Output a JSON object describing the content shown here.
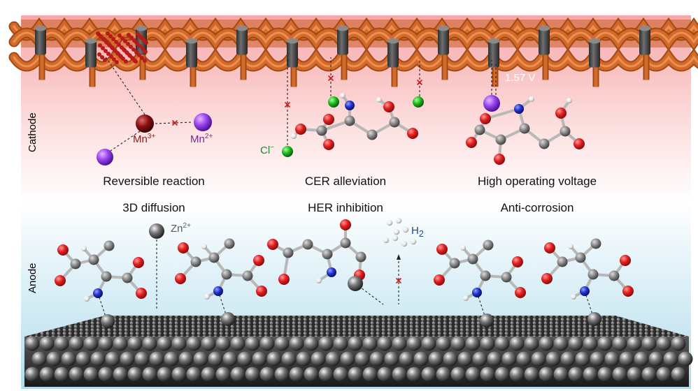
{
  "zones": {
    "cathode_label": "Cathode",
    "anode_label": "Anode",
    "cathode_color": "#e87878",
    "anode_color": "#5cb6dc"
  },
  "features_top": [
    {
      "label": "Reversible reaction"
    },
    {
      "label": "CER alleviation"
    },
    {
      "label": "High operating voltage"
    }
  ],
  "features_bottom": [
    {
      "label": "3D diffusion"
    },
    {
      "label": "HER inhibition"
    },
    {
      "label": "Anti-corrosion"
    }
  ],
  "ions": {
    "mn3": {
      "base": "Mn",
      "charge": "3+"
    },
    "mn2": {
      "base": "Mn",
      "charge": "2+"
    },
    "cl": {
      "base": "Cl",
      "charge": "−"
    },
    "zn": {
      "base": "Zn",
      "charge": "2+"
    },
    "h2": {
      "base": "H",
      "sub": "2"
    }
  },
  "voltage_label": "1.57 V",
  "colors": {
    "oxygen": "#e02020",
    "nitrogen": "#2233cc",
    "carbon": "#8a8a8a",
    "hydrogen": "#f0f0f0",
    "chlorine": "#22bb22",
    "manganese3": "#8b1010",
    "manganese2": "#9a44ee",
    "zinc": "#6c6c6c",
    "cathode_frame": "#d46a2a",
    "cathode_pillar": "#4a4a4a",
    "anode_text": "#5a5a5a",
    "h2_text": "#1c4a8a",
    "mn_text": "#8b1a1a",
    "mn2_text": "#7a2a8a",
    "cl_text": "#1a8a2a"
  }
}
